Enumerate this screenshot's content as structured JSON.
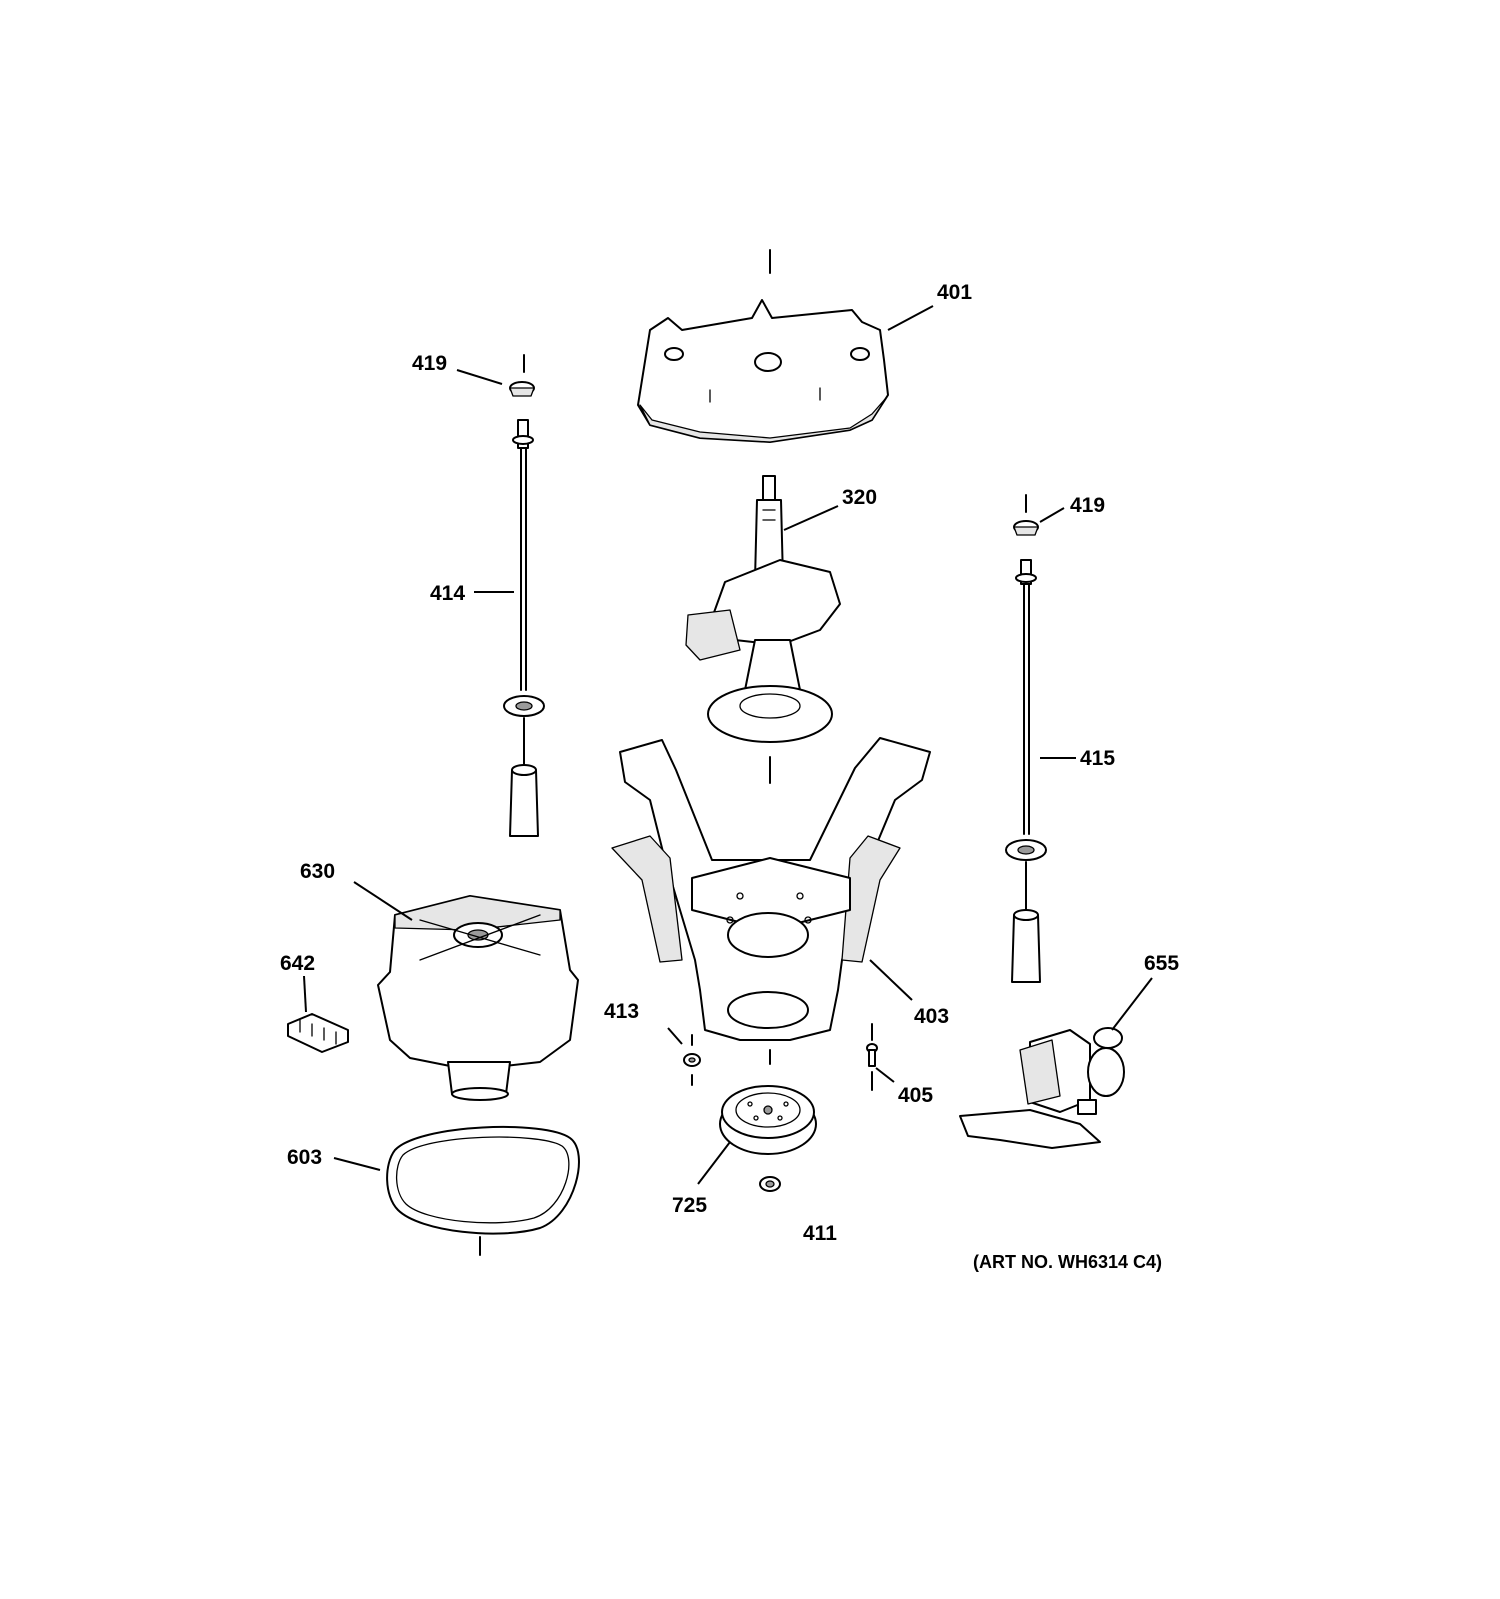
{
  "diagram": {
    "art_number": "(ART NO. WH6314 C4)",
    "callouts": {
      "c401": "401",
      "c419_left": "419",
      "c419_right": "419",
      "c320": "320",
      "c414": "414",
      "c415": "415",
      "c630": "630",
      "c642": "642",
      "c403": "403",
      "c413": "413",
      "c405": "405",
      "c655": "655",
      "c603": "603",
      "c725": "725",
      "c411": "411"
    }
  }
}
